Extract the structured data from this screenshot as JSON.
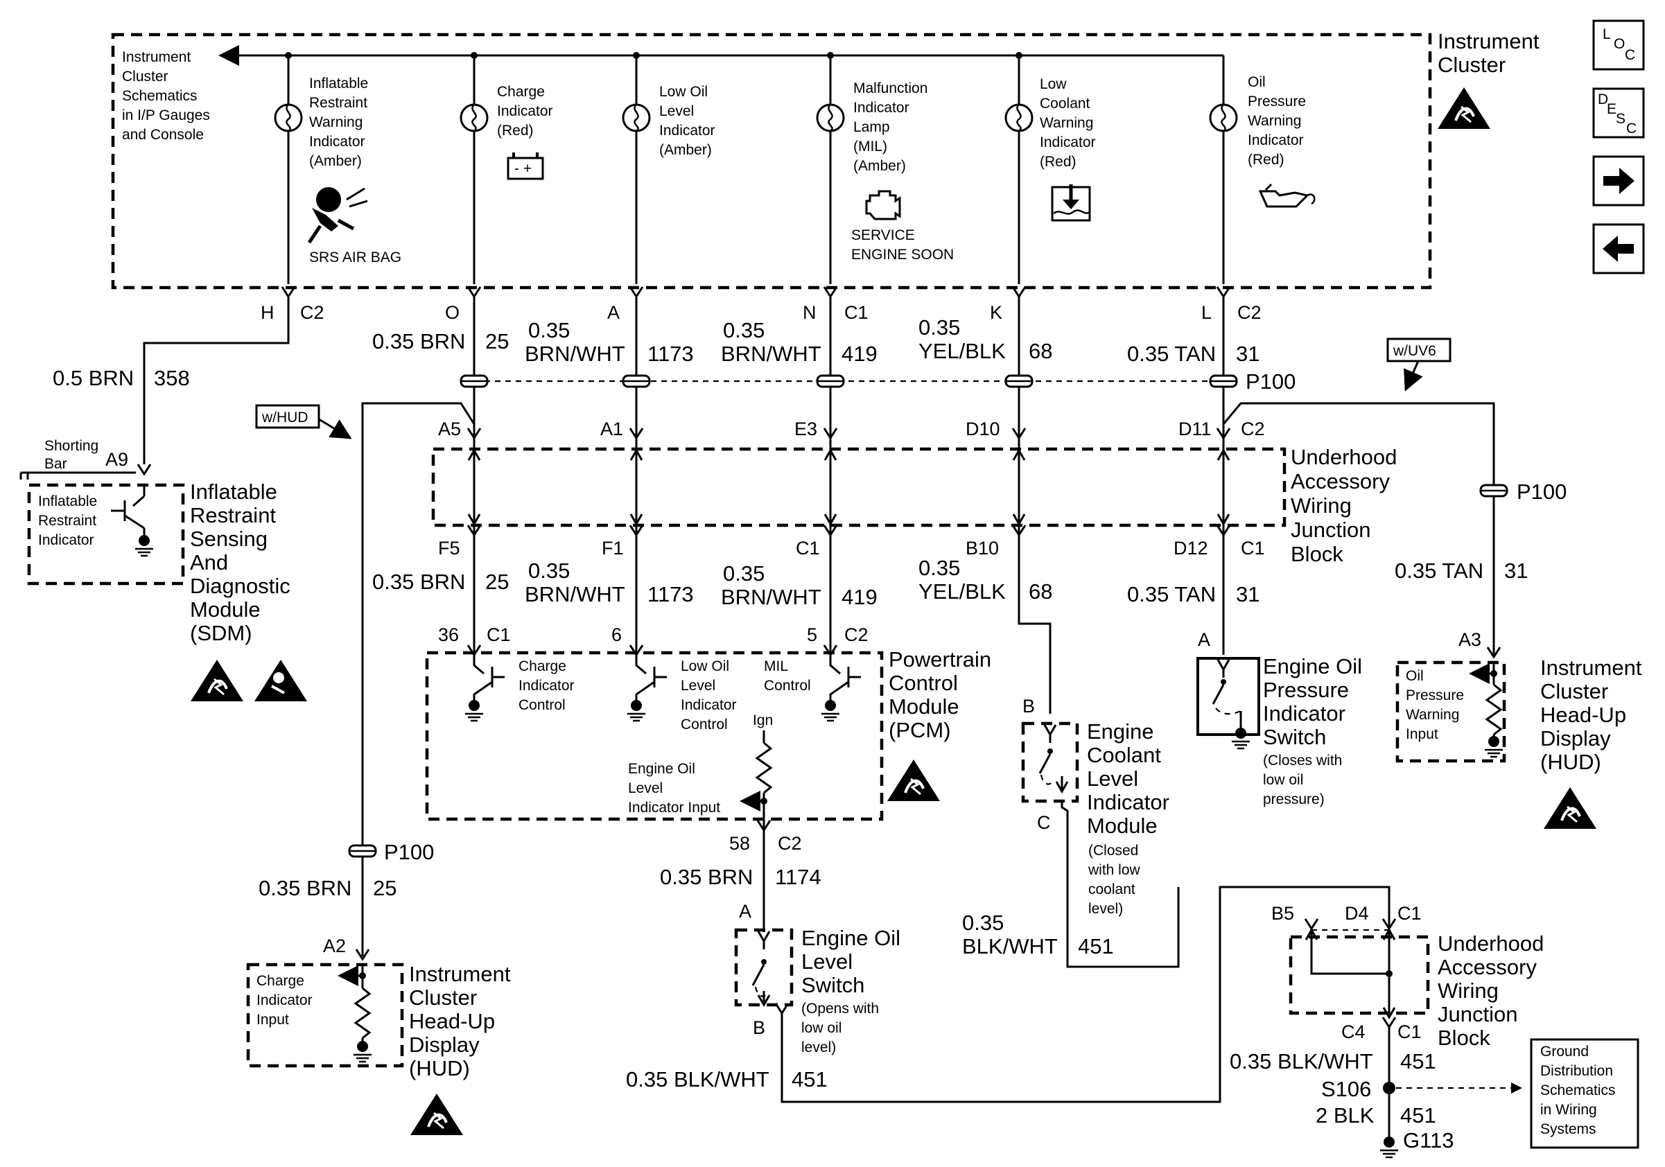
{
  "colors": {
    "ink": "#000000",
    "paper": "#ffffff"
  },
  "top_box": {
    "title": [
      "Instrument",
      "Cluster"
    ],
    "ref_note": [
      "Instrument",
      "Cluster",
      "Schematics",
      "in I/P Gauges",
      "and Console"
    ]
  },
  "indicators": {
    "airbag": {
      "label": [
        "Inflatable",
        "Restraint",
        "Warning",
        "Indicator",
        "(Amber)"
      ],
      "caption": "SRS AIR BAG"
    },
    "charge": {
      "label": [
        "Charge",
        "Indicator",
        "(Red)"
      ]
    },
    "low_oil": {
      "label": [
        "Low Oil",
        "Level",
        "Indicator",
        "(Amber)"
      ]
    },
    "mil": {
      "label": [
        "Malfunction",
        "Indicator",
        "Lamp",
        "(MIL)",
        "(Amber)"
      ],
      "caption": [
        "SERVICE",
        "ENGINE SOON"
      ]
    },
    "coolant": {
      "label": [
        "Low",
        "Coolant",
        "Warning",
        "Indicator",
        "(Red)"
      ]
    },
    "oil_press": {
      "label": [
        "Oil",
        "Pressure",
        "Warning",
        "Indicator",
        "(Red)"
      ]
    }
  },
  "nav": {
    "loc": [
      "L",
      "O",
      "C"
    ],
    "desc": [
      "D",
      "E",
      "S",
      "C"
    ]
  },
  "pins": {
    "H": "H",
    "C2": "C2",
    "O": "O",
    "A": "A",
    "N": "N",
    "C1": "C1",
    "K": "K",
    "L": "L",
    "A5": "A5",
    "A1": "A1",
    "E3": "E3",
    "D10": "D10",
    "D11": "D11",
    "F5": "F5",
    "F1": "F1",
    "B10": "B10",
    "D12": "D12",
    "p36": "36",
    "p6": "6",
    "p5": "5",
    "A9": "A9",
    "A3": "A3",
    "A2": "A2",
    "B": "B",
    "C": "C",
    "p58": "58",
    "B5": "B5",
    "D4": "D4",
    "C4": "C4"
  },
  "wires": {
    "w05brn": "0.5 BRN",
    "c358": "358",
    "w035brn": "0.35 BRN",
    "c25": "25",
    "w035": "0.35",
    "brnwht": "BRN/WHT",
    "c1173": "1173",
    "c419": "419",
    "yelblk": "YEL/BLK",
    "c68": "68",
    "w035tan": "0.35 TAN",
    "c31": "31",
    "c1174": "1174",
    "w035blkwht": "0.35 BLK/WHT",
    "c451": "451",
    "blkwht": "BLK/WHT",
    "w2blk": "2 BLK"
  },
  "splices": {
    "p100": "P100",
    "s106": "S106",
    "g113": "G113"
  },
  "options": {
    "hud": "w/HUD",
    "uv6": "w/UV6"
  },
  "shorting_bar": [
    "Shorting",
    "Bar"
  ],
  "uajb": {
    "label": [
      "Underhood",
      "Accessory",
      "Wiring",
      "Junction",
      "Block"
    ]
  },
  "sdm": {
    "inner": [
      "Inflatable",
      "Restraint",
      "Indicator"
    ],
    "label": [
      "Inflatable",
      "Restraint",
      "Sensing",
      "And",
      "Diagnostic",
      "Module",
      "(SDM)"
    ]
  },
  "pcm": {
    "label": [
      "Powertrain",
      "Control",
      "Module",
      "(PCM)"
    ],
    "charge_ctl": [
      "Charge",
      "Indicator",
      "Control"
    ],
    "oil_ctl": [
      "Low Oil",
      "Level",
      "Indicator",
      "Control"
    ],
    "mil_ctl": [
      "MIL",
      "Control"
    ],
    "ign": "Ign",
    "oil_input": [
      "Engine Oil",
      "Level",
      "Indicator Input"
    ]
  },
  "coolant_module": {
    "label": [
      "Engine",
      "Coolant",
      "Level",
      "Indicator",
      "Module"
    ],
    "note": [
      "(Closed",
      "with low",
      "coolant",
      "level)"
    ]
  },
  "oil_press_switch": {
    "label": [
      "Engine Oil",
      "Pressure",
      "Indicator",
      "Switch"
    ],
    "note": [
      "(Closes with",
      "low oil",
      "pressure)"
    ]
  },
  "hud_right": {
    "inner": [
      "Oil",
      "Pressure",
      "Warning",
      "Input"
    ],
    "label": [
      "Instrument",
      "Cluster",
      "Head-Up",
      "Display",
      "(HUD)"
    ]
  },
  "hud_left": {
    "inner": [
      "Charge",
      "Indicator",
      "Input"
    ],
    "label": [
      "Instrument",
      "Cluster",
      "Head-Up",
      "Display",
      "(HUD)"
    ]
  },
  "oil_level_switch": {
    "label": [
      "Engine Oil",
      "Level",
      "Switch"
    ],
    "note": [
      "(Opens with",
      "low oil",
      "level)"
    ]
  },
  "ground_ref": [
    "Ground",
    "Distribution",
    "Schematics",
    "in Wiring",
    "Systems"
  ]
}
